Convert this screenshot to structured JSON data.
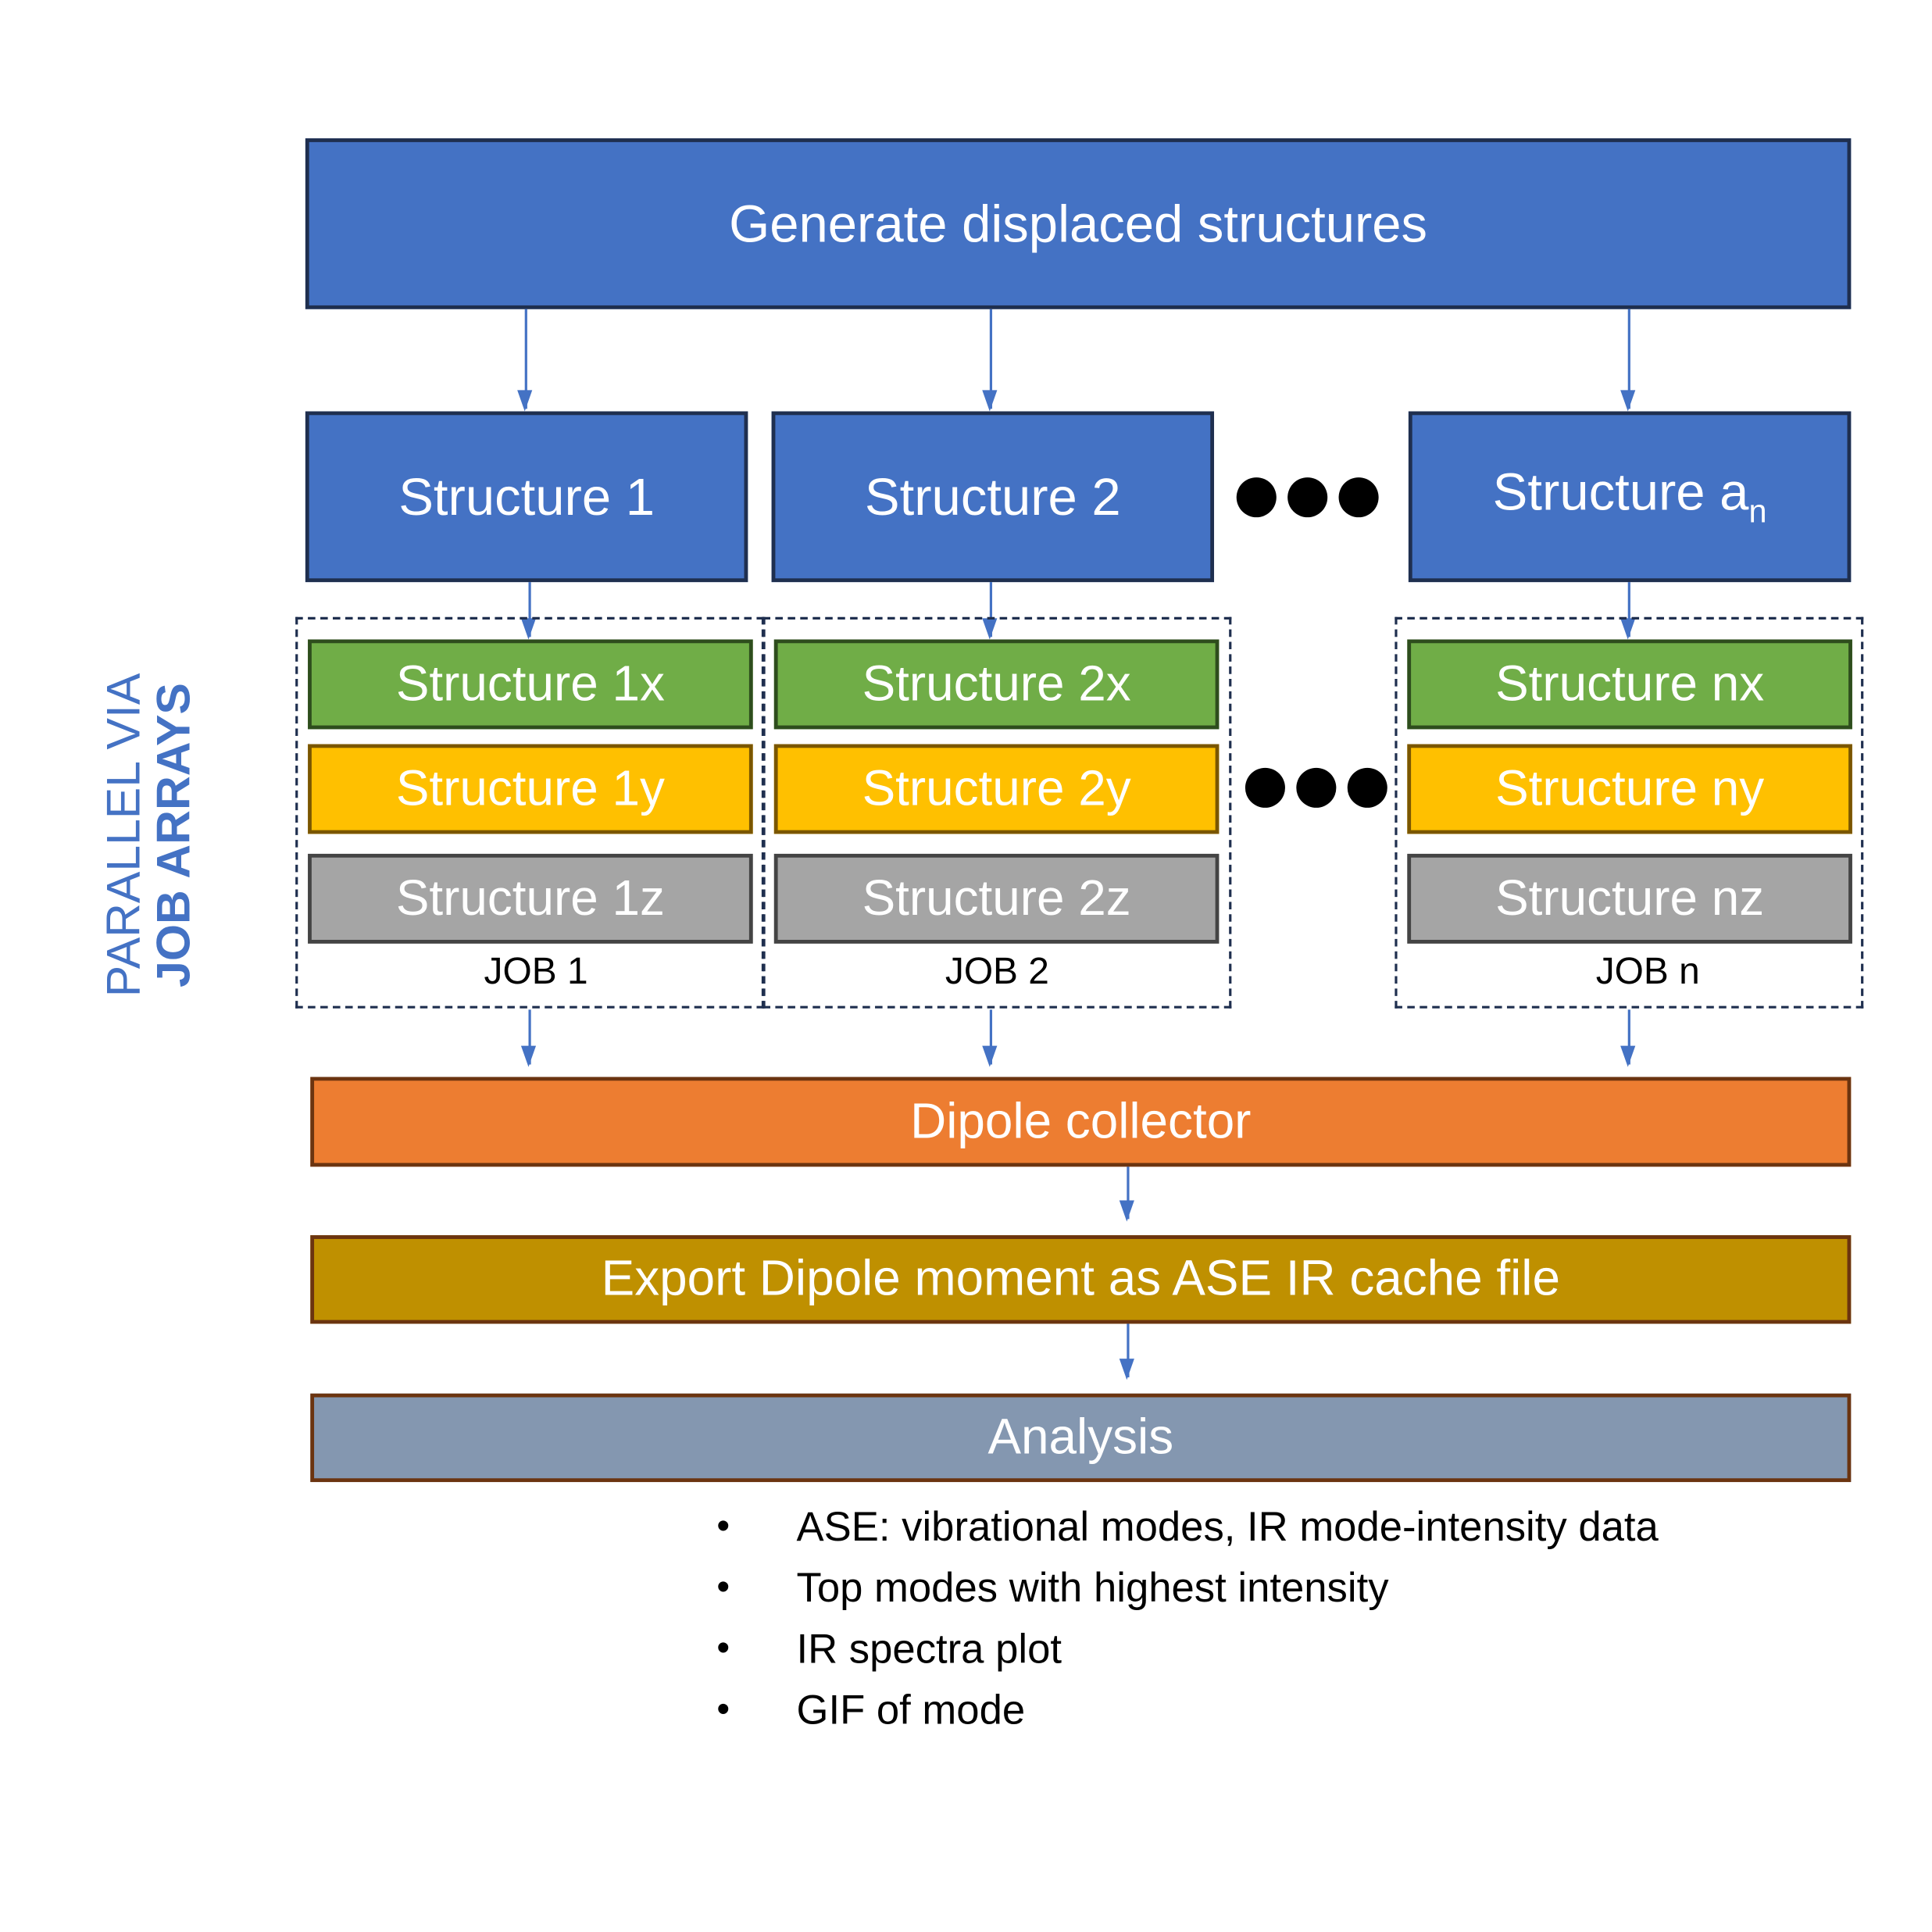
{
  "title_box": "Generate displaced structures",
  "structures": [
    {
      "label": "Structure 1"
    },
    {
      "label": "Structure 2"
    },
    {
      "label": "Structure a",
      "subscript": "n"
    }
  ],
  "ellipsis": "•••",
  "side_label": {
    "line1": "PARALLEL VIA",
    "line2": "JOB ARRAYS"
  },
  "jobs": [
    {
      "label": "JOB 1",
      "x": "Structure 1x",
      "y": "Structure 1y",
      "z": "Structure 1z"
    },
    {
      "label": "JOB 2",
      "x": "Structure 2x",
      "y": "Structure 2y",
      "z": "Structure 2z"
    },
    {
      "label": "JOB n",
      "x": "Structure nx",
      "y": "Structure ny",
      "z": "Structure nz"
    }
  ],
  "pipeline": {
    "collector": "Dipole collector",
    "export": "Export Dipole moment as ASE IR cache file",
    "analysis": "Analysis"
  },
  "analysis_items": [
    "ASE: vibrational modes, IR mode-intensity data",
    "Top modes with highest intensity",
    "IR spectra plot",
    "GIF of mode"
  ],
  "bullet_char": "•",
  "colors": {
    "blue": "#4472c4",
    "green": "#70ad47",
    "yellow": "#ffc000",
    "gray": "#a5a5a5",
    "orange": "#ed7d31",
    "gold": "#bf9000",
    "slate": "#8497b0"
  }
}
